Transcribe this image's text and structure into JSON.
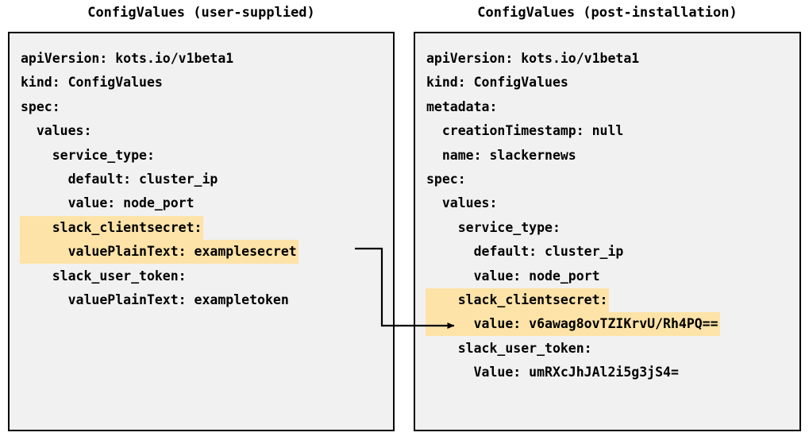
{
  "diagram": {
    "highlight_color": "#fde3a7",
    "box_background": "#f1f1f1",
    "border_color": "#000000",
    "connector": {
      "label": "encryption-mapping-arrow",
      "from": "valuePlainText: examplesecret",
      "to": "value: v6awag8ovTZIKrvU/Rh4PQ=="
    }
  },
  "panels": [
    {
      "id": "user-supplied",
      "title": "ConfigValues (user-supplied)",
      "lines": [
        {
          "text": "apiVersion: kots.io/v1beta1",
          "highlight": false
        },
        {
          "text": "kind: ConfigValues",
          "highlight": false
        },
        {
          "text": "spec:",
          "highlight": false
        },
        {
          "text": "  values:",
          "highlight": false
        },
        {
          "text": "    service_type:",
          "highlight": false
        },
        {
          "text": "      default: cluster_ip",
          "highlight": false
        },
        {
          "text": "      value: node_port",
          "highlight": false
        },
        {
          "text": "    slack_clientsecret:",
          "highlight": true
        },
        {
          "text": "      valuePlainText: examplesecret",
          "highlight": true
        },
        {
          "text": "    slack_user_token:",
          "highlight": false
        },
        {
          "text": "      valuePlainText: exampletoken",
          "highlight": false
        }
      ]
    },
    {
      "id": "post-installation",
      "title": "ConfigValues (post-installation)",
      "lines": [
        {
          "text": "apiVersion: kots.io/v1beta1",
          "highlight": false
        },
        {
          "text": "kind: ConfigValues",
          "highlight": false
        },
        {
          "text": "metadata:",
          "highlight": false
        },
        {
          "text": "  creationTimestamp: null",
          "highlight": false
        },
        {
          "text": "  name: slackernews",
          "highlight": false
        },
        {
          "text": "spec:",
          "highlight": false
        },
        {
          "text": "  values:",
          "highlight": false
        },
        {
          "text": "    service_type:",
          "highlight": false
        },
        {
          "text": "      default: cluster_ip",
          "highlight": false
        },
        {
          "text": "      value: node_port",
          "highlight": false
        },
        {
          "text": "    slack_clientsecret:",
          "highlight": true
        },
        {
          "text": "      value: v6awag8ovTZIKrvU/Rh4PQ==",
          "highlight": true
        },
        {
          "text": "    slack_user_token:",
          "highlight": false
        },
        {
          "text": "      Value: umRXcJhJAl2i5g3jS4=",
          "highlight": false
        }
      ]
    }
  ]
}
